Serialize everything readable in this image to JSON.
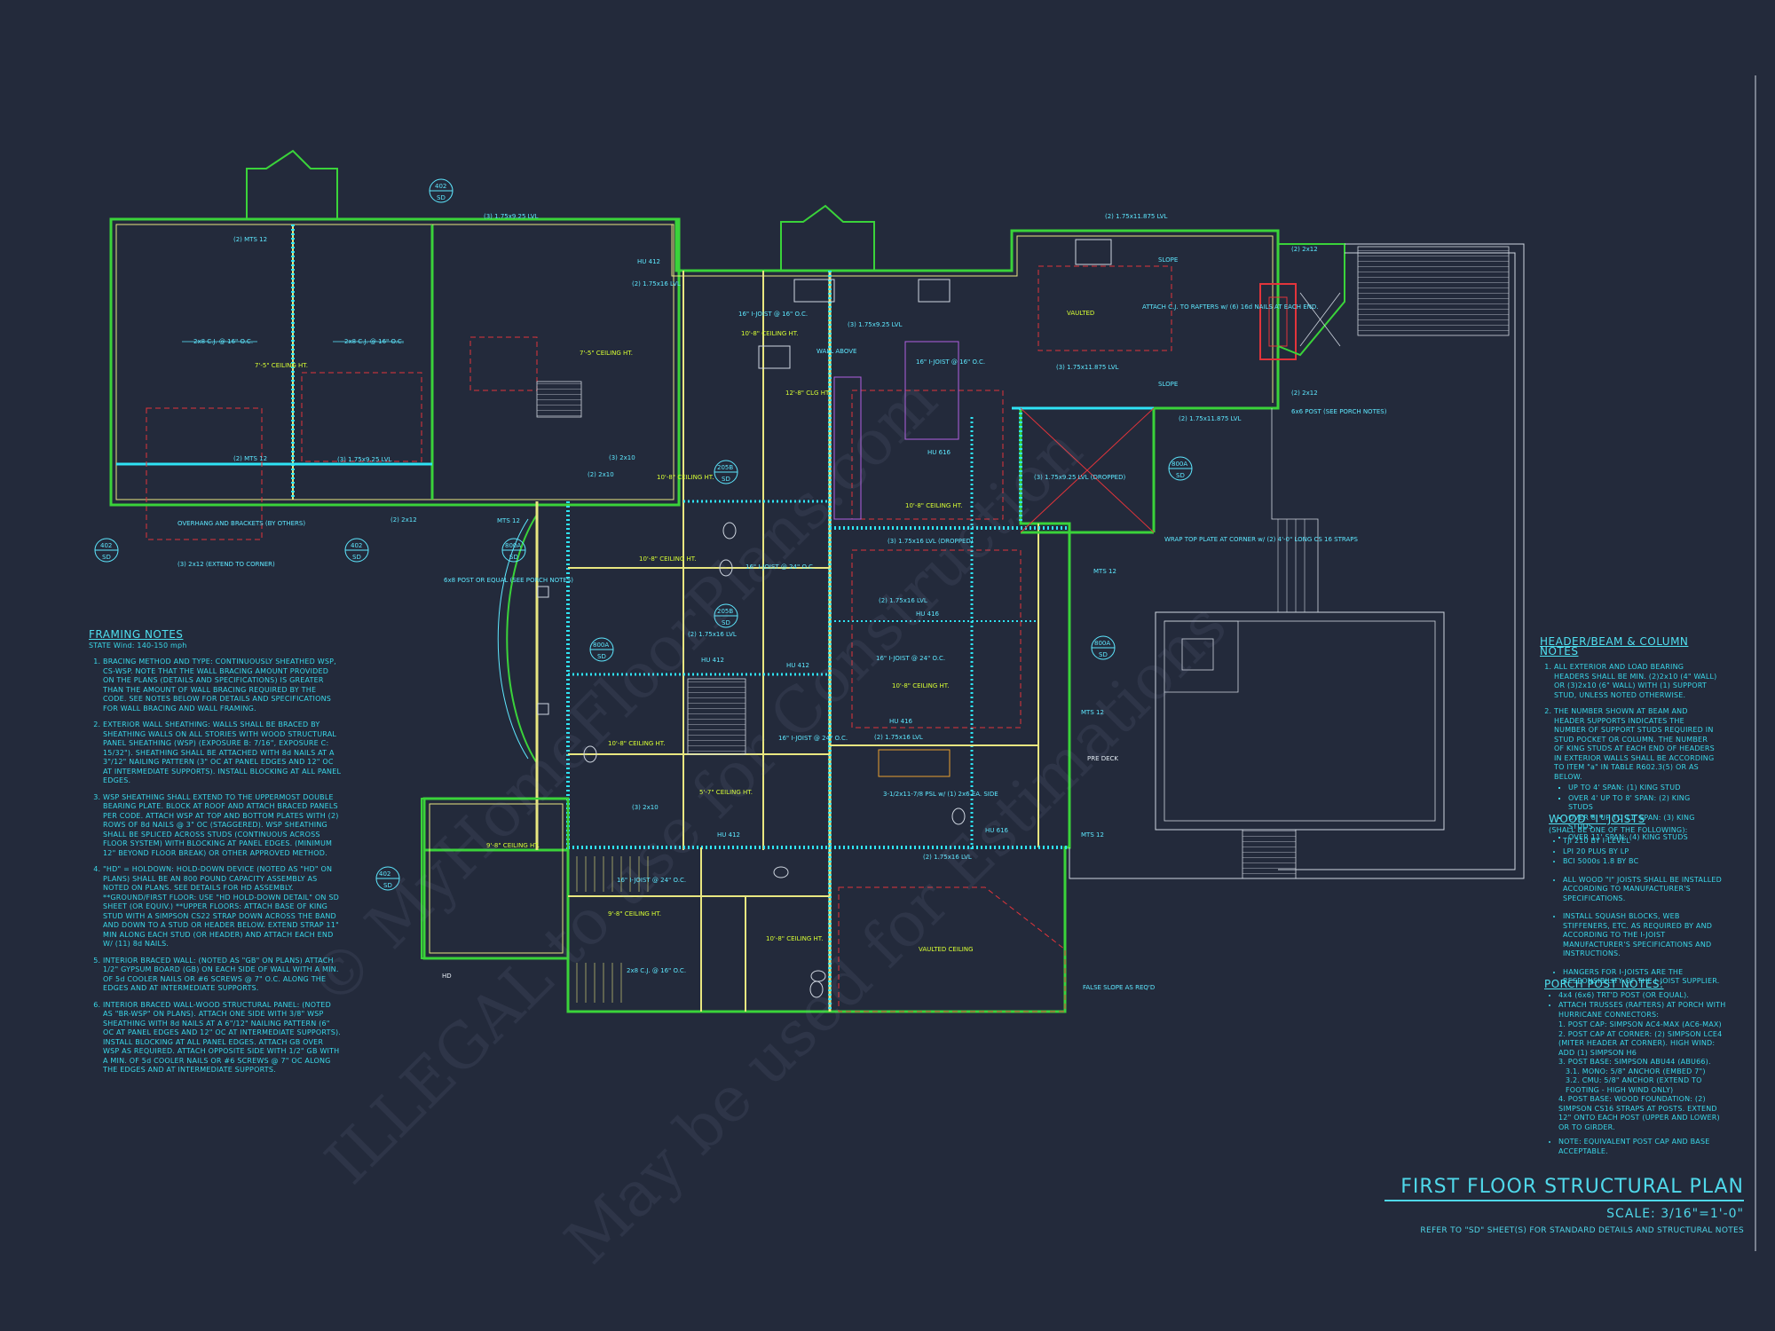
{
  "sheet": {
    "title": "FIRST FLOOR STRUCTURAL PLAN",
    "scale": "SCALE: 3/16\"=1'-0\"",
    "reference": "REFER TO \"SD\" SHEET(S) FOR STANDARD DETAILS AND STRUCTURAL NOTES"
  },
  "watermarks": [
    "© MyHomeFloorPlans.com",
    "ILLEGAL to use for Construction",
    "May be used for Estimations"
  ],
  "framing_notes": {
    "title": "FRAMING NOTES",
    "subtitle": "STATE Wind: 140-150 mph",
    "items": [
      "BRACING METHOD AND TYPE: CONTINUOUSLY SHEATHED WSP, CS-WSP. NOTE THAT THE WALL BRACING AMOUNT PROVIDED ON THE PLANS (DETAILS AND SPECIFICATIONS) IS GREATER THAN THE AMOUNT OF WALL BRACING REQUIRED BY THE CODE. SEE NOTES BELOW FOR DETAILS AND SPECIFICATIONS FOR WALL BRACING AND WALL FRAMING.",
      "EXTERIOR WALL SHEATHING: WALLS SHALL BE BRACED BY SHEATHING WALLS ON ALL STORIES WITH WOOD STRUCTURAL PANEL SHEATHING (WSP) (EXPOSURE B: 7/16\", EXPOSURE C: 15/32\"). SHEATHING SHALL BE ATTACHED WITH 8d NAILS AT A 3\"/12\" NAILING PATTERN (3\" OC AT PANEL EDGES AND 12\" OC AT INTERMEDIATE SUPPORTS). INSTALL BLOCKING AT ALL PANEL EDGES.",
      "WSP SHEATHING SHALL EXTEND TO THE UPPERMOST DOUBLE BEARING PLATE. BLOCK AT ROOF AND ATTACH BRACED PANELS PER CODE. ATTACH WSP AT TOP AND BOTTOM PLATES WITH (2) ROWS OF 8d NAILS @ 3\" OC (STAGGERED). WSP SHEATHING SHALL BE SPLICED ACROSS STUDS (CONTINUOUS ACROSS FLOOR SYSTEM) WITH BLOCKING AT PANEL EDGES. (MINIMUM 12\" BEYOND FLOOR BREAK) OR OTHER APPROVED METHOD.",
      "\"HD\" = HOLDOWN: HOLD-DOWN DEVICE (NOTED AS \"HD\" ON PLANS) SHALL BE AN 800 POUND CAPACITY ASSEMBLY AS NOTED ON PLANS. SEE DETAILS FOR HD ASSEMBLY. **GROUND/FIRST FLOOR: USE \"HD HOLD-DOWN DETAIL\" ON SD SHEET (OR EQUIV.) **UPPER FLOORS: ATTACH BASE OF KING STUD WITH A SIMPSON CS22 STRAP DOWN ACROSS THE BAND AND DOWN TO A STUD OR HEADER BELOW. EXTEND STRAP 11\" MIN ALONG EACH STUD (OR HEADER) AND ATTACH EACH END W/ (11) 8d NAILS.",
      "INTERIOR BRACED WALL: (NOTED AS \"GB\" ON PLANS) ATTACH 1/2\" GYPSUM BOARD (GB) ON EACH SIDE OF WALL WITH A MIN. OF 5d COOLER NAILS OR #6 SCREWS @ 7\" O.C. ALONG THE EDGES AND AT INTERMEDIATE SUPPORTS.",
      "INTERIOR BRACED WALL-WOOD STRUCTURAL PANEL: (NOTED AS \"BR-WSP\" ON PLANS). ATTACH ONE SIDE WITH 3/8\" WSP SHEATHING WITH 8d NAILS AT A 6\"/12\" NAILING PATTERN (6\" OC AT PANEL EDGES AND 12\" OC AT INTERMEDIATE SUPPORTS). INSTALL BLOCKING AT ALL PANEL EDGES. ATTACH GB OVER WSP AS REQUIRED. ATTACH OPPOSITE SIDE WITH 1/2\" GB WITH A MIN. OF 5d COOLER NAILS OR #6 SCREWS @ 7\" OC ALONG THE EDGES AND AT INTERMEDIATE SUPPORTS."
    ]
  },
  "header_notes": {
    "title": "HEADER/BEAM & COLUMN NOTES",
    "items": [
      "ALL EXTERIOR AND LOAD BEARING HEADERS SHALL BE MIN. (2)2x10 (4\" WALL) OR (3)2x10 (6\" WALL) WITH (1) SUPPORT STUD, UNLESS NOTED OTHERWISE.",
      "THE NUMBER SHOWN AT BEAM AND HEADER SUPPORTS INDICATES THE NUMBER OF SUPPORT STUDS REQUIRED IN STUD POCKET OR COLUMN. THE NUMBER OF KING STUDS AT EACH END OF HEADERS IN EXTERIOR WALLS SHALL BE ACCORDING TO ITEM \"a\" IN TABLE R602.3(5) OR AS BELOW."
    ],
    "spans": [
      "UP TO 4' SPAN: (1) KING STUD",
      "OVER 4' UP TO 8' SPAN: (2) KING STUDS",
      "OVER 8' UP TO 11' SPAN: (3) KING STUDS",
      "OVER 11' SPAN: (4) KING STUDS"
    ]
  },
  "joist_notes": {
    "title": "WOOD \"I\" JOISTS",
    "subtitle": "(SHALL BE ONE OF THE FOLLOWING):",
    "options": [
      "TJI 210 BY I-LEVEL",
      "LPI 20 PLUS BY LP",
      "BCI 5000s 1.8 BY BC"
    ],
    "items": [
      "ALL WOOD \"I\" JOISTS SHALL BE INSTALLED ACCORDING TO MANUFACTURER'S SPECIFICATIONS.",
      "INSTALL SQUASH BLOCKS, WEB STIFFENERS, ETC. AS REQUIRED BY AND ACCORDING TO THE I-JOIST MANUFACTURER'S SPECIFICATIONS AND INSTRUCTIONS.",
      "HANGERS FOR I-JOISTS ARE THE RESPONSIBILITY OF THE I-JOIST SUPPLIER."
    ]
  },
  "porch_notes": {
    "title": "PORCH POST NOTES:",
    "items": [
      "4x4 (6x6) TRT'D POST (OR EQUAL).",
      "ATTACH TRUSSES (RAFTERS) AT PORCH WITH HURRICANE CONNECTORS:",
      "1. POST CAP: SIMPSON AC4-MAX (AC6-MAX)",
      "2. POST CAP AT CORNER: (2) SIMPSON LCE4 (MITER HEADER AT CORNER). HIGH WIND: ADD (1) SIMPSON H6",
      "3. POST BASE: SIMPSON ABU44 (ABU66).",
      "3.1. MONO: 5/8\" ANCHOR (EMBED 7\")",
      "3.2. CMU: 5/8\" ANCHOR (EXTEND TO FOOTING - HIGH WIND ONLY)",
      "4. POST BASE: WOOD FOUNDATION: (2) SIMPSON CS16 STRAPS AT POSTS. EXTEND 12\" ONTO EACH POST (UPPER AND LOWER) OR TO GIRDER.",
      "NOTE: EQUIVALENT POST CAP AND BASE ACCEPTABLE."
    ]
  },
  "plan_labels": {
    "section_marks": [
      "402",
      "SD",
      "402",
      "SD",
      "402",
      "SD",
      "800A",
      "SD",
      "800A",
      "SD",
      "205B",
      "SD",
      "205B",
      "SD",
      "800A",
      "SD",
      "800A",
      "SD",
      "402",
      "SD"
    ],
    "beams": [
      "(3) 1.75x9.25 LVL",
      "(2) 1.75x11.875 LVL",
      "(2) 1.75x16 LVL",
      "(3) 1.75x9.25 LVL",
      "(3) 1.75x11.875 LVL",
      "(2) 1.75x11.875 LVL",
      "(3) 1.75x9.25 LVL",
      "(3) 1.75x16 LVL (DROPPED)",
      "(3) 1.75x9.25 LVL (DROPPED)",
      "(2) 1.75x16 LVL",
      "(2) 1.75x16 LVL",
      "(2) 1.75x16 LVL",
      "(2) 1.75x16 LVL"
    ],
    "joists": [
      "2x8 C.J. @ 16\" O.C.",
      "2x8 C.J. @ 16\" O.C.",
      "16\" I-JOIST @ 16\" O.C.",
      "16\" I-JOIST @ 24\" O.C.",
      "16\" I-JOIST @ 24\" O.C.",
      "16\" I-JOIST @ 16\" O.C.",
      "16\" I-JOIST @ 24\" O.C.",
      "16\" I-JOIST @ 24\" O.C.",
      "2x8 C.J. @ 16\" O.C."
    ],
    "ceilings": [
      "7'-5\" CEILING HT.",
      "7'-5\" CEILING HT.",
      "10'-8\" CEILING HT.",
      "12'-8\" CLG HT.",
      "10'-8\" CEILING HT.",
      "10'-8\" CEILING HT.",
      "10'-8\" CEILING HT.",
      "10'-8\" CEILING HT.",
      "10'-8\" CEILING HT.",
      "9'-8\" CEILING HT.",
      "9'-8\" CEILING HT.",
      "10'-8\" CEILING HT.",
      "VAULTED",
      "VAULTED CEILING",
      "5'-7\" CEILING HT."
    ],
    "hardware": [
      "(2) MTS 12",
      "(2) MTS 12",
      "HU 412",
      "HU 616",
      "HU 416",
      "HU 412",
      "HU 412",
      "HU 416",
      "HU 616",
      "HU 412",
      "MTS 12",
      "MTS 12",
      "MTS 12",
      "MTS 12",
      "(2) 2x12",
      "(2) 2x12",
      "(2) 2x12",
      "(2) 2x10",
      "(3) 2x10",
      "(3) 2x10"
    ],
    "callouts": [
      "OVERHANG AND BRACKETS (BY OTHERS)",
      "(3) 2x12 (EXTEND TO CORNER)",
      "6x8 POST OR EQUAL (SEE PORCH NOTES)",
      "ATTACH C.J. TO RAFTERS w/ (6) 16d NAILS AT EACH END.",
      "6x6 POST (SEE PORCH NOTES)",
      "WRAP TOP PLATE AT CORNER w/ (2) 4'-0\" LONG CS 16 STRAPS",
      "FALSE SLOPE AS REQ'D",
      "PRE DECK",
      "3-1/2x11-7/8 PSL w/ (1) 2x6 EA. SIDE",
      "WALL ABOVE",
      "SLOPE",
      "SLOPE",
      "HD"
    ]
  },
  "colors": {
    "background": "#232a3b",
    "wall_outer": "#3ad33a",
    "wall_inner": "#e8e680",
    "beam": "#2fe3f5",
    "hidden": "#e2343b",
    "fixture": "#b060e0"
  }
}
